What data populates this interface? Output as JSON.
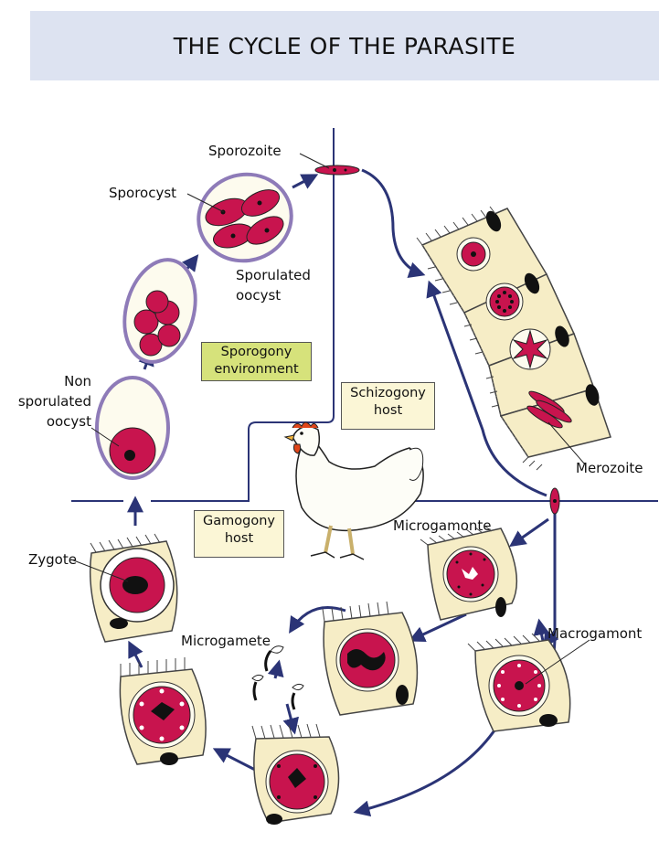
{
  "header": {
    "title": "THE CYCLE OF THE PARASITE"
  },
  "labels": {
    "sporozoite": "Sporozoite",
    "sporocyst": "Sporocyst",
    "sporulated_oocyst": [
      "Sporulated",
      "oocyst"
    ],
    "non_sporulated_oocyst": [
      "Non",
      "sporulated",
      "oocyst"
    ],
    "merozoite": "Merozoite",
    "microgamonte": "Microgamonte",
    "macrogamont": "Macrogamont",
    "microgamete": "Microgamete",
    "zygote": "Zygote"
  },
  "stage_boxes": {
    "sporogony": [
      "Sporogony",
      "environment"
    ],
    "schizogony": [
      "Schizogony",
      "host"
    ],
    "gamogony": [
      "Gamogony",
      "host"
    ]
  },
  "colors": {
    "header_bg": "#dde3f1",
    "parasite": "#c8144e",
    "cell": "#f6edc6",
    "arrow": "#2b3476",
    "oocyst_wall": "#8e7bb8",
    "sporogony_box": "#d6e27b",
    "host_box": "#fbf6d6"
  }
}
